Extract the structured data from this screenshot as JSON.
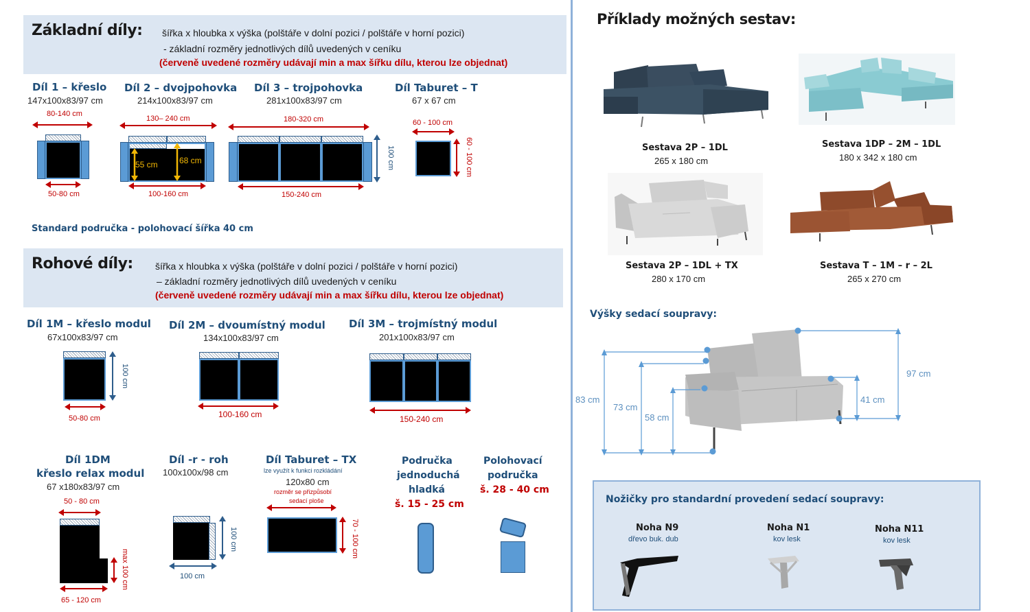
{
  "basic": {
    "title": "Základní díly:",
    "desc1": "šířka x hloubka x výška (polštáře v dolní pozici / polštáře v horní pozici)",
    "desc2": "- základní rozměry jednotlivých dílů uvedených v ceníku",
    "note": "(červeně uvedené rozměry udávají min a max šířku dílu, kterou lze objednat)",
    "parts": [
      {
        "title": "Díl 1 – křeslo",
        "dim": "147x100x83/97 cm",
        "top": "80-140 cm",
        "bottom": "50-80 cm"
      },
      {
        "title": "Díl 2 – dvojpohovka",
        "dim": "214x100x83/97 cm",
        "top": "130– 240 cm",
        "bottom": "100-160 cm",
        "h1": "55 cm",
        "h2": "68 cm"
      },
      {
        "title": "Díl 3 – trojpohovka",
        "dim": "281x100x83/97 cm",
        "top": "180-320 cm",
        "bottom": "150-240 cm",
        "side": "100 cm"
      },
      {
        "title": "Díl Taburet – T",
        "dim": "67 x 67 cm",
        "top": "60 - 100 cm",
        "side": "60 - 100 cm"
      }
    ],
    "armrest_note": "Standard područka - polohovací  šířka 40 cm"
  },
  "corner": {
    "title": "Rohové díly:",
    "desc1": "šířka x hloubka x výška (polštáře v dolní pozici / polštáře v horní pozici)",
    "desc2": "– základní rozměry jednotlivých dílů uvedených v ceníku",
    "note": "(červeně uvedené rozměry udávají min a max šířku dílu, kterou lze objednat)",
    "parts": [
      {
        "title": "Díl 1M – křeslo modul",
        "dim": "67x100x83/97 cm",
        "bottom": "50-80 cm",
        "side": "100 cm"
      },
      {
        "title": "Díl 2M – dvoumístný modul",
        "dim": "134x100x83/97 cm",
        "bottom": "100-160   cm"
      },
      {
        "title": "Díl 3M – trojmístný modul",
        "dim": "201x100x83/97 cm",
        "bottom": "150-240  cm"
      }
    ],
    "dm": {
      "title1": "Díl 1DM",
      "title2": "křeslo relax modul",
      "dim": "67 x180x83/97 cm",
      "top": "50 - 80 cm",
      "side": "max 100 cm",
      "bottom": "65 - 120 cm"
    },
    "roh": {
      "title": "Díl -r -  roh",
      "dim": "100x100x/98 cm",
      "side": "100 cm",
      "bottom": "100 cm"
    },
    "tx": {
      "title": "Díl Taburet – TX",
      "note1": "lze využít k funkci rozkládání",
      "dim": "120x80 cm",
      "note2": "rozměr se přizpůsobí",
      "note3": "sedací ploše",
      "side": "70 - 100 cm"
    },
    "smooth": {
      "l1": "Područka",
      "l2": "jednoduchá",
      "l3": "hladká",
      "range": "š. 15 - 25 cm"
    },
    "adjustable": {
      "l1": "Polohovací",
      "l2": "područka",
      "range": "š. 28 - 40 cm"
    }
  },
  "examples": {
    "title": "Příklady možných sestav:",
    "items": [
      {
        "name": "Sestava 2P – 1DL",
        "dim": "265 x 180 cm",
        "color": "#36495a"
      },
      {
        "name": "Sestava 1DP – 2M – 1DL",
        "dim": "180 x 342 x 180 cm",
        "color": "#7fc4cc"
      },
      {
        "name": "Sestava 2P – 1DL + TX",
        "dim": "280 x 170 cm",
        "color": "#c9c9c9"
      },
      {
        "name": "Sestava T – 1M – r – 2L",
        "dim": "265 x 270 cm",
        "color": "#8a4a2c"
      }
    ]
  },
  "heights": {
    "title": "Výšky sedací soupravy:",
    "labels": [
      "83 cm",
      "73 cm",
      "58 cm",
      "41 cm",
      "97 cm"
    ]
  },
  "legs": {
    "title": "Nožičky pro standardní provedení sedací soupravy:",
    "items": [
      {
        "name": "Noha N9",
        "material": "dřevo buk. dub"
      },
      {
        "name": "Noha N1",
        "material": "kov lesk"
      },
      {
        "name": "Noha N11",
        "material": "kov lesk"
      }
    ]
  }
}
